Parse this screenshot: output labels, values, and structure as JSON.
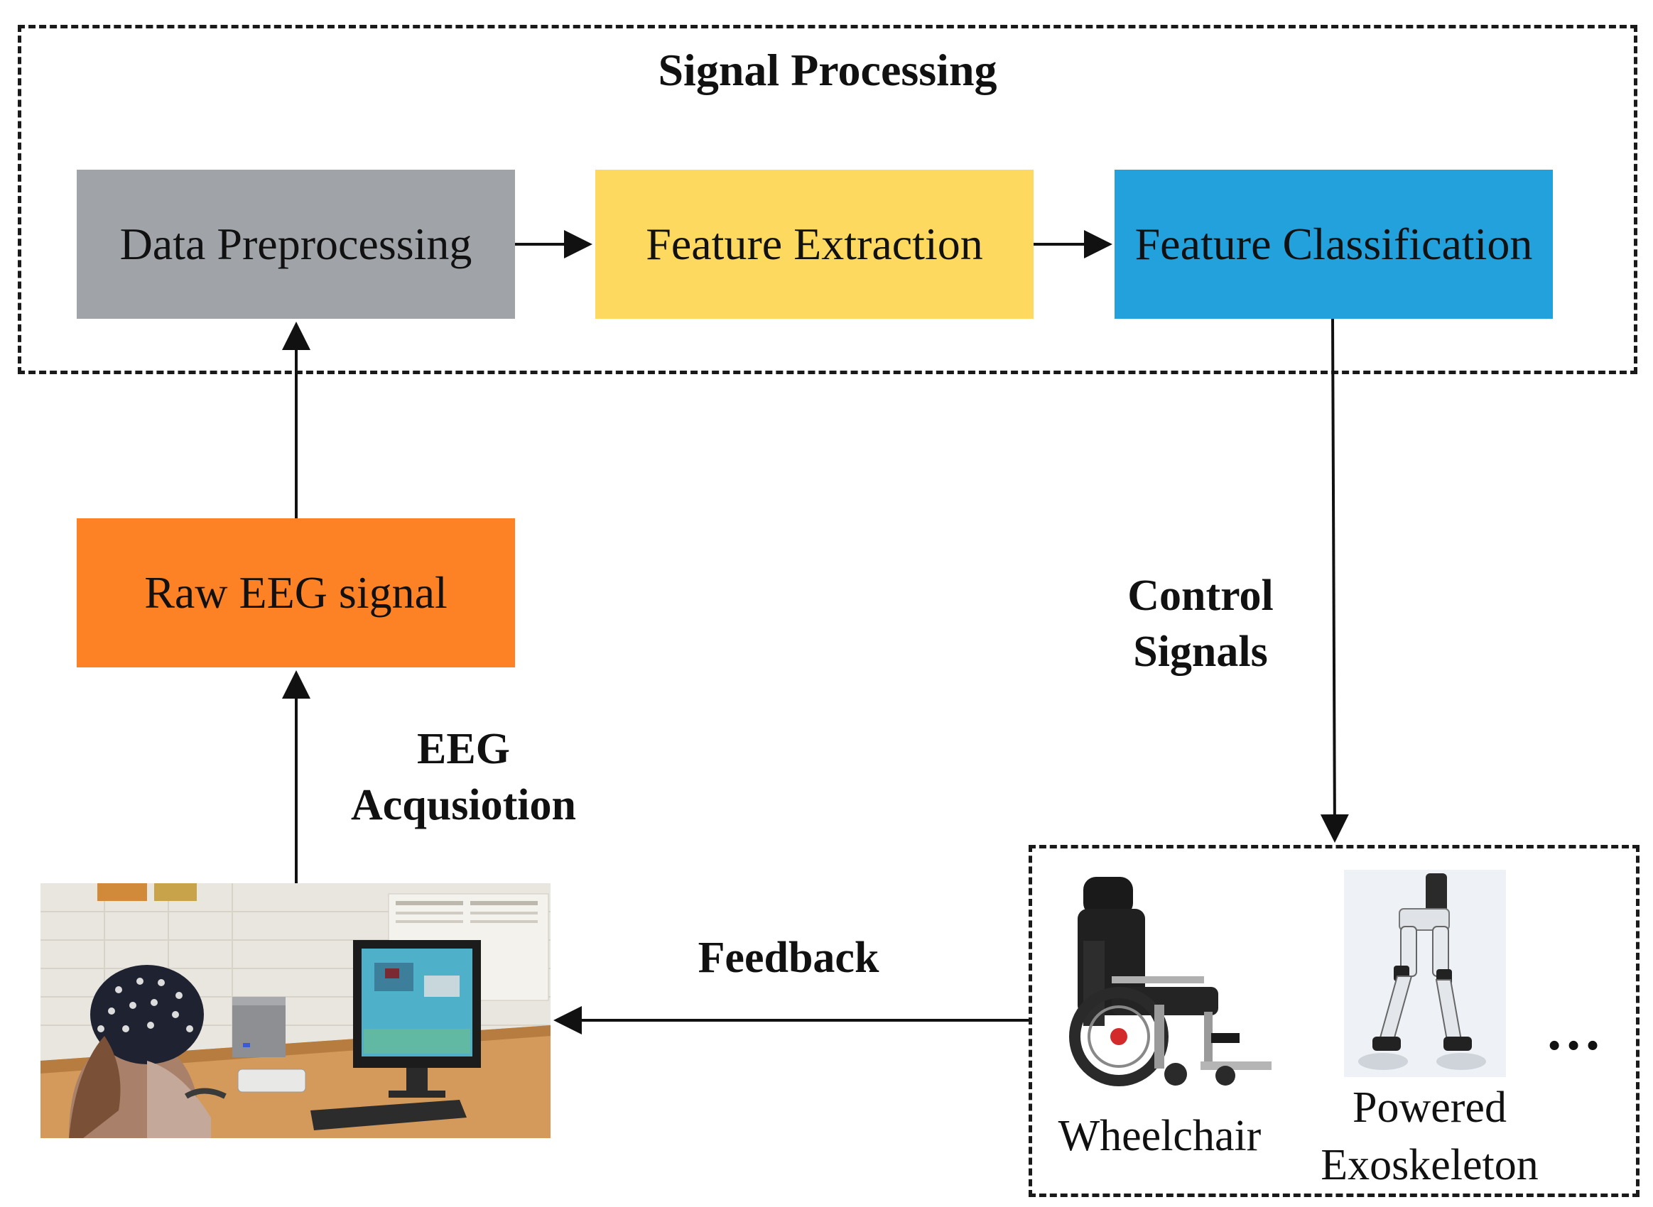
{
  "signal_processing": {
    "title": "Signal Processing",
    "steps": [
      {
        "label": "Data Preprocessing",
        "color": "#a0a4a8"
      },
      {
        "label": "Feature Extraction",
        "color": "#fdd95f"
      },
      {
        "label": "Feature Classification",
        "color": "#23a1dc"
      }
    ]
  },
  "raw_signal": {
    "label": "Raw EEG signal",
    "color": "#fd8125"
  },
  "acquisition_label": {
    "line1": "EEG",
    "line2": "Acqusiotion"
  },
  "control_label": {
    "line1": "Control",
    "line2": "Signals"
  },
  "feedback_label": "Feedback",
  "devices": {
    "wheelchair": "Wheelchair",
    "exoskeleton_line1": "Powered",
    "exoskeleton_line2": "Exoskeleton",
    "more": "…"
  },
  "photo": {
    "icon": "eeg-user-photo"
  }
}
